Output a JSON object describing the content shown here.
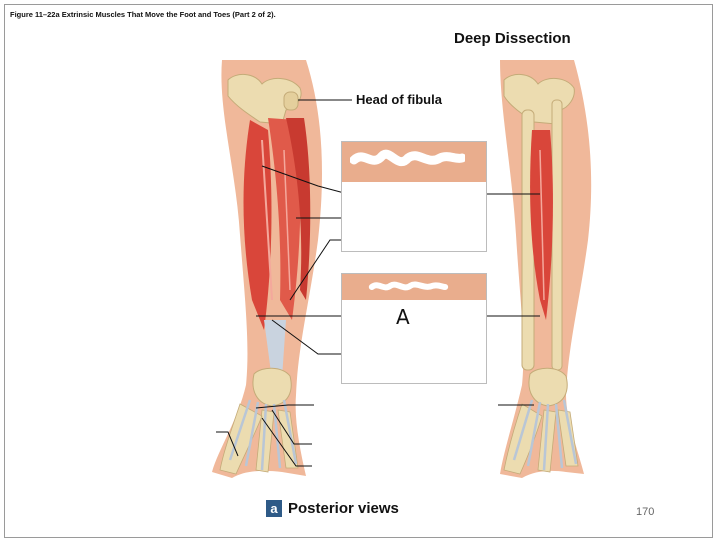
{
  "figure_title": "Figure 11–22a Extrinsic Muscles That Move the Foot and Toes (Part 2 of 2).",
  "panel_title": "Deep Dissection",
  "labels": {
    "head_of_fibula": "Head of fibula",
    "handwritten_answer": "A"
  },
  "panel": {
    "badge": "a",
    "caption": "Posterior views"
  },
  "page_number": "170",
  "colors": {
    "skin": "#f0b89a",
    "muscle": "#d9463a",
    "bone": "#ecdcb0",
    "tendon": "#c9d3df",
    "badge": "#2e5a87",
    "box_header": "#e9ad8d"
  }
}
